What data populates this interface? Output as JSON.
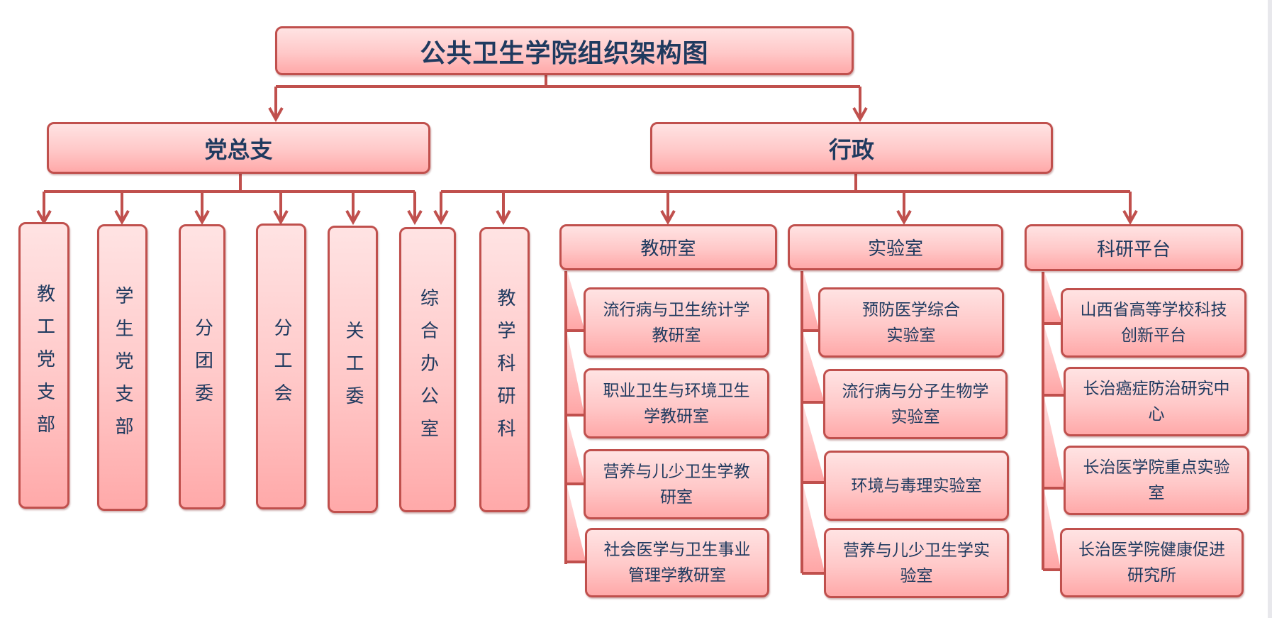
{
  "title": "公共卫生学院组织架构图",
  "branches": {
    "party": {
      "label": "党总支",
      "children": [
        "教工党支部",
        "学生党支部",
        "分团委",
        "分工会",
        "关工委",
        "综合办公室"
      ]
    },
    "admin": {
      "label": "行政",
      "direct_children": [
        "综合办公室",
        "教学科研科"
      ],
      "groups": [
        {
          "label": "教研室",
          "items": [
            "流行病与卫生统计学教研室",
            "职业卫生与环境卫生学教研室",
            "营养与儿少卫生学教研室",
            "社会医学与卫生事业管理学教研室"
          ]
        },
        {
          "label": "实验室",
          "items": [
            "预防医学综合实验室",
            "流行病与分子生物学实验室",
            "环境与毒理实验室",
            "营养与儿少卫生学实验室"
          ]
        },
        {
          "label": "科研平台",
          "items": [
            "山西省高等学校科技创新平台",
            "长治癌症防治研究中心",
            "长治医学院重点实验室",
            "长治医学院健康促进研究所"
          ]
        }
      ]
    }
  },
  "vertical_boxes": [
    "教工党支部",
    "学生党支部",
    "分团委",
    "分工会",
    "关工委",
    "综合办公室",
    "教学科研科"
  ],
  "sub_lines": {
    "g0": [
      [
        "流行病与卫生统计学",
        "教研室"
      ],
      [
        "职业卫生与环境卫生",
        "学教研室"
      ],
      [
        "营养与儿少卫生学教",
        "研室"
      ],
      [
        "社会医学与卫生事业",
        "管理学教研室"
      ]
    ],
    "g1": [
      [
        "预防医学综合",
        "实验室"
      ],
      [
        "流行病与分子生物学",
        "实验室"
      ],
      [
        "环境与毒理实验室"
      ],
      [
        "营养与儿少卫生学实",
        "验室"
      ]
    ],
    "g2": [
      [
        "山西省高等学校科技",
        "创新平台"
      ],
      [
        "长治癌症防治研究中",
        "心"
      ],
      [
        "长治医学院重点实验",
        "室"
      ],
      [
        "长治医学院健康促进",
        "研究所"
      ]
    ]
  },
  "colors": {
    "line": "#c0504d",
    "box_top": "#ffe3e3",
    "box_bottom": "#ffa9a9",
    "text": "#1f3a5f"
  }
}
